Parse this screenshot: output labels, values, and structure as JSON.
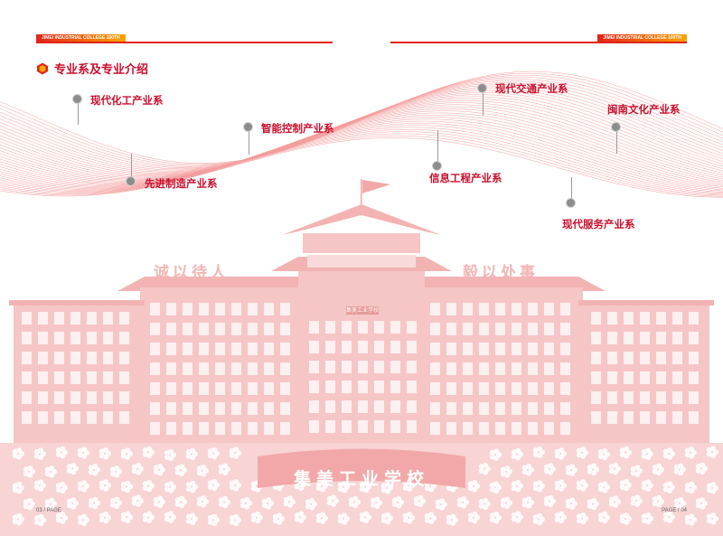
{
  "header": {
    "badge_left": "JIMEI INDUSTRIAL COLLEGE 100TH",
    "badge_right": "JIMEI INDUSTRIAL COLLEGE 100TH"
  },
  "section": {
    "title": "专业系及专业介绍"
  },
  "departments": [
    {
      "label": "现代化工产业系"
    },
    {
      "label": "智能控制产业系"
    },
    {
      "label": "先进制造产业系"
    },
    {
      "label": "信息工程产业系"
    },
    {
      "label": "现代交通产业系"
    },
    {
      "label": "闽南文化产业系"
    },
    {
      "label": "现代服务产业系"
    }
  ],
  "motto": {
    "left": "诚以待人",
    "right": "毅以处事"
  },
  "building": {
    "plaque": "集美工业学校",
    "school_name": "集美工业学校"
  },
  "footer": {
    "page_left": "03 / PAGE",
    "page_right": "PAGE / 04"
  },
  "colors": {
    "accent": "#c8102e",
    "wave": "#f28b8b",
    "building": "#f6c6c6"
  }
}
